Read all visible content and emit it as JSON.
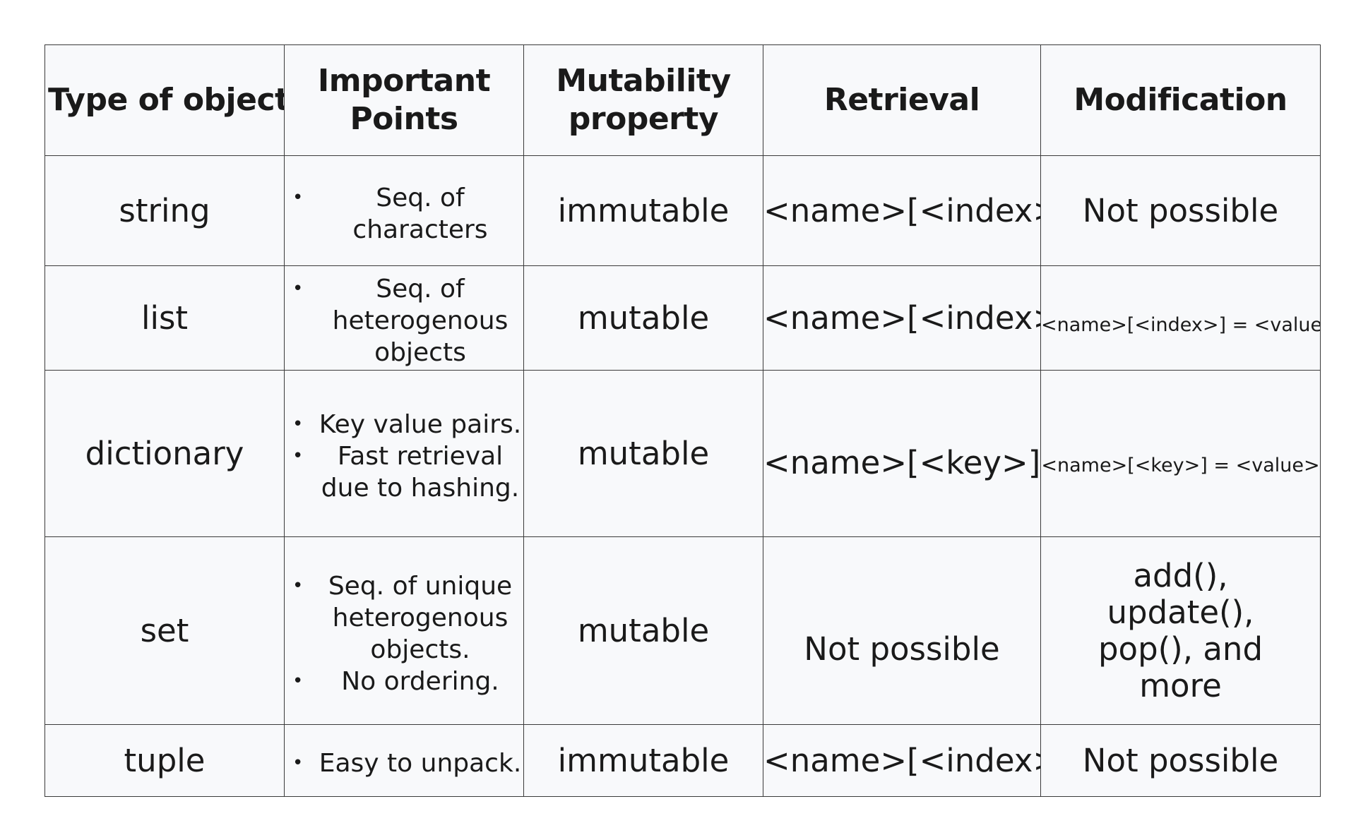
{
  "headers": {
    "type": "Type of object",
    "points": "Important Points",
    "mutability": "Mutability property",
    "retrieval": "Retrieval",
    "modification": "Modification"
  },
  "rows": [
    {
      "type": "string",
      "points": [
        "Seq. of characters"
      ],
      "mutability": "immutable",
      "retrieval": "<name>[<index>]",
      "modification": "Not possible"
    },
    {
      "type": "list",
      "points": [
        "Seq. of heterogenous objects"
      ],
      "mutability": "mutable",
      "retrieval": "<name>[<index>]",
      "modification": "<name>[<index>] = <value>"
    },
    {
      "type": "dictionary",
      "points": [
        "Key value pairs.",
        "Fast retrieval due to hashing."
      ],
      "mutability": "mutable",
      "retrieval": "<name>[<key>]",
      "modification": "<name>[<key>] = <value>"
    },
    {
      "type": "set",
      "points": [
        "Seq. of unique heterogenous objects.",
        "No ordering."
      ],
      "mutability": "mutable",
      "retrieval": "Not possible",
      "modification": "add(), update(), pop(), and more"
    },
    {
      "type": "tuple",
      "points": [
        "Easy to unpack."
      ],
      "mutability": "immutable",
      "retrieval": "<name>[<index>]",
      "modification": "Not possible"
    }
  ],
  "bullet_glyph": "•"
}
